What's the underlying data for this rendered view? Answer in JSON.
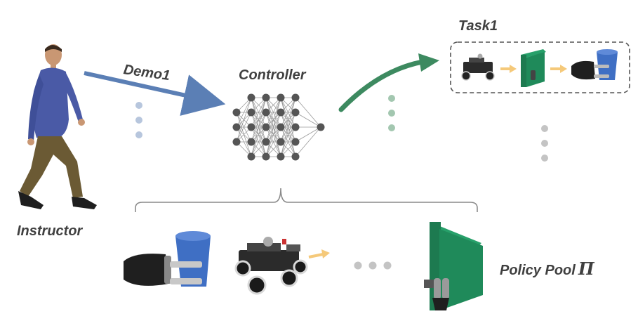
{
  "labels": {
    "demo": "Demo1",
    "controller": "Controller",
    "task": "Task1",
    "instructor": "Instructor",
    "policy_pool": "Policy Pool",
    "policy_pool_symbol": "Π"
  },
  "colors": {
    "demo_arrow": "#5b7fb5",
    "task_arrow": "#3d8a60",
    "neuron": "#555555",
    "dots_blue": "#b7c6dd",
    "dots_green": "#a3c7b0",
    "dots_gray": "#c4c4c4",
    "door_green": "#1f8a5a",
    "small_arrow": "#f5c97a",
    "cup_blue": "#3f6fc4"
  },
  "icons": [
    "person-walking",
    "neural-network",
    "robot-car",
    "door",
    "robot-gripper",
    "blue-cup"
  ]
}
